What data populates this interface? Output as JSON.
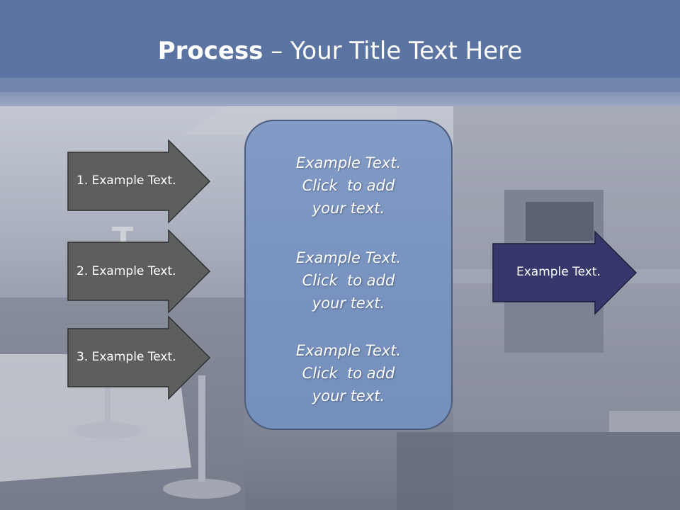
{
  "title": {
    "bold": "Process",
    "rest": " – Your Title Text Here"
  },
  "left_arrows": [
    {
      "label": "1. Example Text."
    },
    {
      "label": "2. Example Text."
    },
    {
      "label": "3. Example Text."
    }
  ],
  "center_box": {
    "paragraphs": [
      {
        "lines": [
          "Example Text.",
          "Click  to add",
          "your text."
        ]
      },
      {
        "lines": [
          "Example Text.",
          "Click  to add",
          "your text."
        ]
      },
      {
        "lines": [
          "Example Text.",
          "Click  to add",
          "your text."
        ]
      }
    ]
  },
  "right_arrow": {
    "label": "Example Text."
  },
  "colors": {
    "gray_arrow": "#5e5e5e",
    "navy_arrow": "#36386c",
    "box": "#7d96c2",
    "header": "#5a719d"
  }
}
